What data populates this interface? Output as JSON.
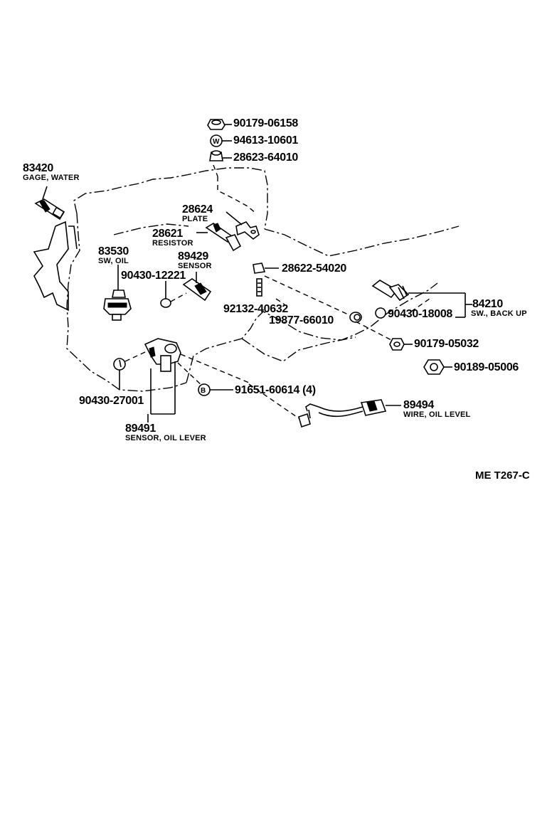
{
  "diagram_ref": "ME  T267-C",
  "symbols": {
    "washer": "W",
    "bolt": "B"
  },
  "parts": [
    {
      "key": "p90179_06158",
      "number": "90179-06158"
    },
    {
      "key": "p94613_10601",
      "number": "94613-10601"
    },
    {
      "key": "p28623_64010",
      "number": "28623-64010"
    },
    {
      "key": "p83420",
      "number": "83420",
      "desc": "GAGE, WATER"
    },
    {
      "key": "p28624",
      "number": "28624",
      "desc": "PLATE"
    },
    {
      "key": "p28621",
      "number": "28621",
      "desc": "RESISTOR"
    },
    {
      "key": "p83530",
      "number": "83530",
      "desc": "SW, OIL"
    },
    {
      "key": "p89429",
      "number": "89429",
      "desc": "SENSOR"
    },
    {
      "key": "p90430_12221",
      "number": "90430-12221"
    },
    {
      "key": "p28622_54020",
      "number": "28622-54020"
    },
    {
      "key": "p92132_40632",
      "number": "92132-40632"
    },
    {
      "key": "p84210",
      "number": "84210",
      "desc": "SW., BACK UP"
    },
    {
      "key": "p90430_18008",
      "number": "90430-18008"
    },
    {
      "key": "p19877_66010",
      "number": "19877-66010"
    },
    {
      "key": "p90179_05032",
      "number": "90179-05032"
    },
    {
      "key": "p90189_05006",
      "number": "90189-05006"
    },
    {
      "key": "p91651_60614",
      "number": "91651-60614 (4)"
    },
    {
      "key": "p89494",
      "number": "89494",
      "desc": "WIRE, OIL LEVEL"
    },
    {
      "key": "p90430_27001",
      "number": "90430-27001"
    },
    {
      "key": "p89491",
      "number": "89491",
      "desc": "SENSOR, OIL   LEVER"
    }
  ]
}
